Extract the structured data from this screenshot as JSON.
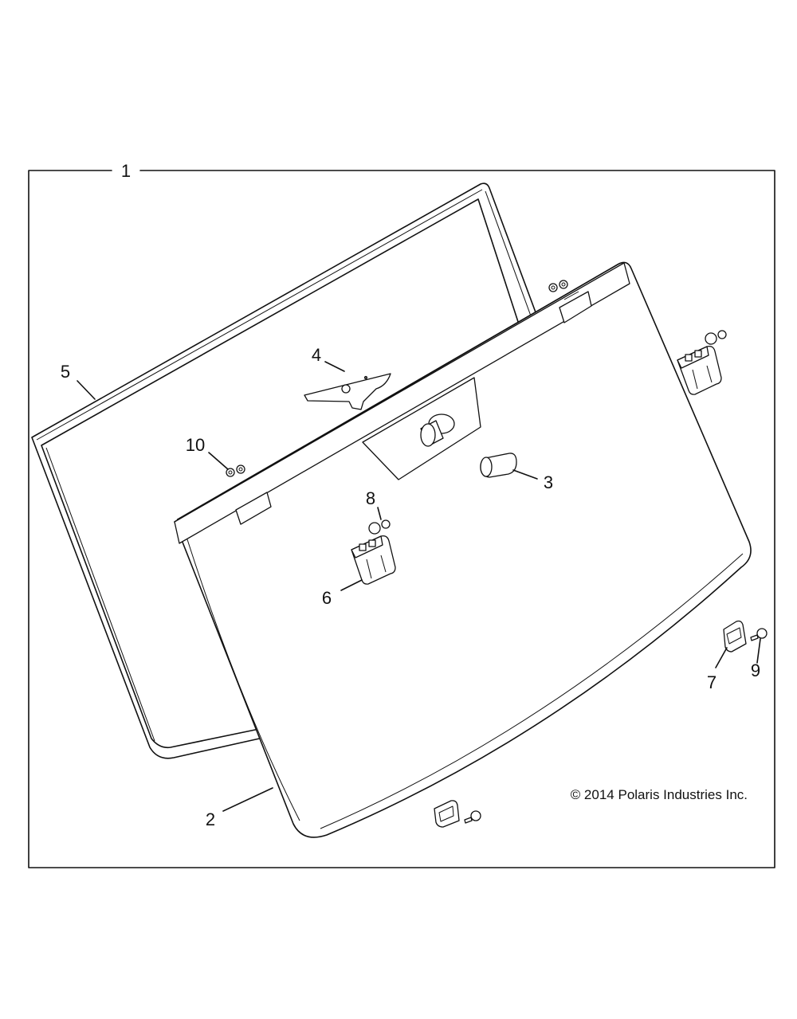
{
  "callouts": {
    "c1": "1",
    "c2": "2",
    "c3": "3",
    "c4": "4",
    "c5": "5",
    "c6": "6",
    "c7": "7",
    "c8": "8",
    "c9": "9",
    "c10": "10"
  },
  "copyright": "© 2014 Polaris Industries Inc."
}
